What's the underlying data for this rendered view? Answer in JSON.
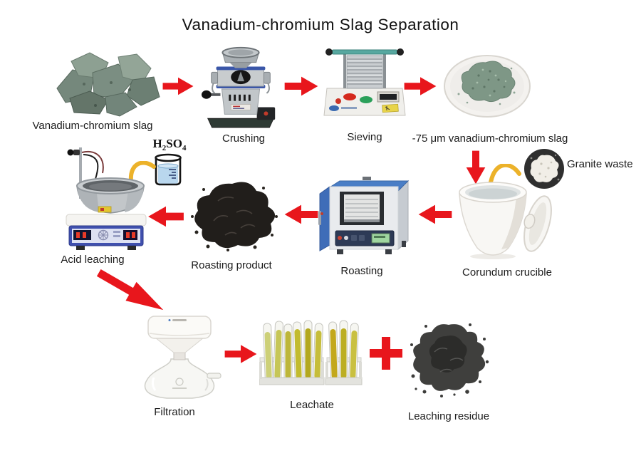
{
  "title": "Vanadium-chromium Slag Separation",
  "colors": {
    "flow_arrow": "#e8161c",
    "transfer_arrow": "#ecb22a",
    "text": "#1c1c1c"
  },
  "steps": {
    "slag": "Vanadium-chromium slag",
    "crushing": "Crushing",
    "sieving": "Sieving",
    "fine_slag": "-75 μm vanadium-chromium slag",
    "granite_waste": "Granite waste",
    "crucible": "Corundum crucible",
    "roasting": "Roasting",
    "roasting_product": "Roasting product",
    "acid_leaching": "Acid leaching",
    "filtration": "Filtration",
    "leachate": "Leachate",
    "leaching_residue": "Leaching residue"
  },
  "reagent": {
    "h": "H",
    "h_sub": "2",
    "so": "SO",
    "so_sub": "4"
  },
  "icons": {
    "plus": "+"
  }
}
